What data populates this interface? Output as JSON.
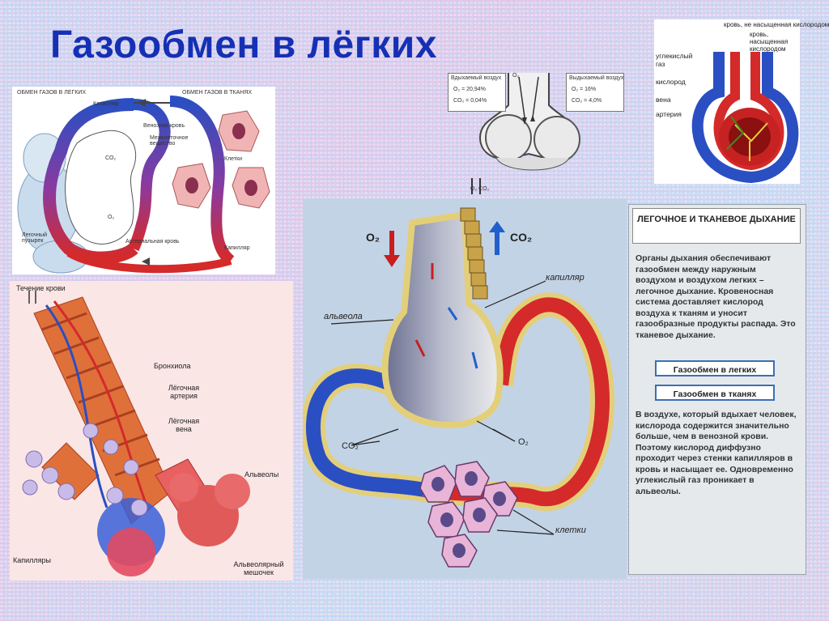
{
  "title": "Газообмен в лёгких",
  "fig_top_left": {
    "heading_lungs": "ОБМЕН ГАЗОВ В ЛЕГКИХ",
    "heading_tissues": "ОБМЕН ГАЗОВ В ТКАНЯХ",
    "capillary": "Капилляр",
    "venous_blood": "Венозная кровь",
    "interstitial": "Межклеточное вещество",
    "cells": "Клетки",
    "co2": "CO₂",
    "o2": "O₂",
    "lung_sac": "Легочный пузырек",
    "arterial_blood": "Артериальная кровь",
    "capillary2": "Капилляр"
  },
  "fig_top_middle": {
    "inhaled_title": "Вдыхаемый воздух",
    "inhaled_o2": "O₂ = 20,94%",
    "inhaled_co2": "CO₂ = 0,04%",
    "exhaled_title": "Выдыхаемый воздух",
    "exhaled_o2": "O₂ = 16%",
    "exhaled_co2": "CO₂ = 4,0%",
    "o2": "O₂",
    "arrows_label": "O₂ CO₂"
  },
  "fig_top_right": {
    "blood_unsat": "кровь, не насыщенная кислородом",
    "blood_sat": "кровь, насыщенная кислородом",
    "co2_gas": "углекислый газ",
    "oxygen": "кислород",
    "vein": "вена",
    "artery": "артерия"
  },
  "fig_left": {
    "blood_flow": "Течение крови",
    "bronchiole": "Бронхиола",
    "pulm_artery": "Лёгочная артерия",
    "pulm_vein": "Лёгочная вена",
    "alveoli": "Альвеолы",
    "capillaries": "Капилляры",
    "alveolar_sac": "Альвеолярный мешочек"
  },
  "fig_main": {
    "o2_in": "O₂",
    "co2_out": "CO₂",
    "capillary": "капилляр",
    "alveolus": "альвеола",
    "co2_bottom": "CO₂",
    "o2_bottom": "O₂",
    "cells": "клетки"
  },
  "info": {
    "heading": "ЛЕГОЧНОЕ И ТКАНЕВОЕ ДЫХАНИЕ",
    "para1": "Органы дыхания обеспечивают газообмен между наружным воздухом и воздухом легких – легочное дыхание. Кровеносная система доставляет кислород воздуха к тканям и уносит газообразные продукты распада. Это тканевое дыхание.",
    "button_lungs": "Газообмен в легких",
    "button_tissues": "Газообмен в тканях",
    "para2": "В воздухе, который вдыхает человек, кислорода содержится значительно больше, чем в венозной крови. Поэтому кислород диффузно проходит через стенки капилляров в кровь и насыщает ее. Одновременно углекислый газ проникает в альвеолы."
  },
  "colors": {
    "title": "#1530b4",
    "artery": "#d42a2a",
    "vein": "#2a4fc2",
    "button_border": "#3b6fb6"
  }
}
